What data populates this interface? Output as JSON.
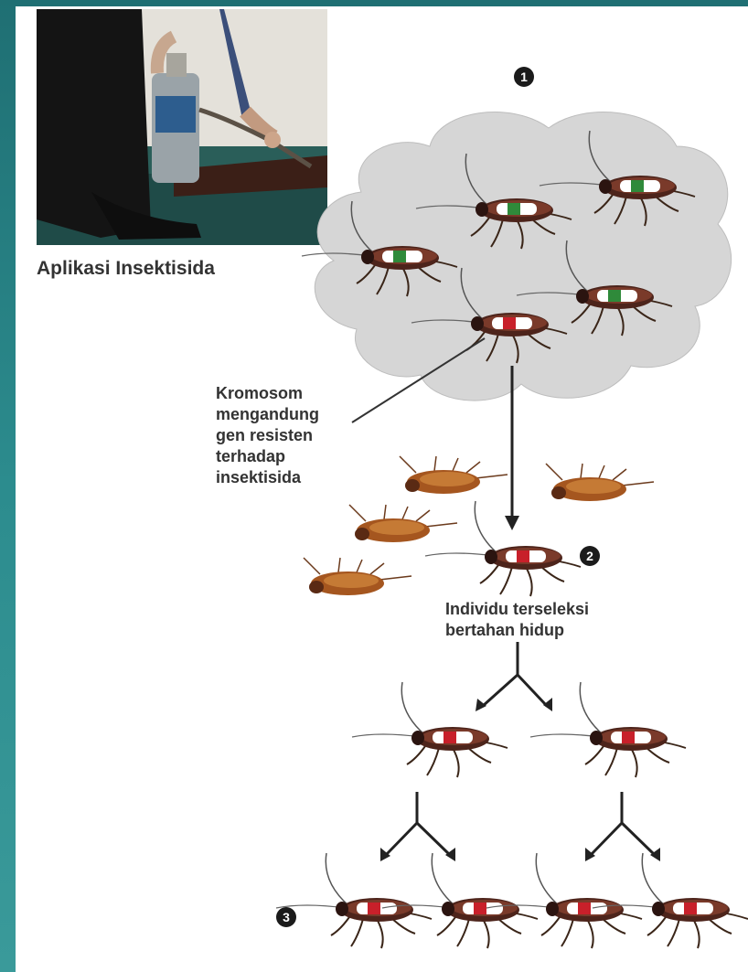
{
  "caption": "Aplikasi Insektisida",
  "steps": [
    "1",
    "2",
    "3"
  ],
  "chromosome_label": "Kromosom\nmengandung\ngen resisten\nterhadap\ninsektisida",
  "survivor_label": "Individu terseleksi\nbertahan hidup",
  "colors": {
    "background": "#2c8c8e",
    "cloud": "#d6d6d6",
    "gene_resistant": "#c8202a",
    "gene_susceptible": "#2f8a3a",
    "dead_roach": "#a5561f",
    "roach_body": "#5a2a20"
  },
  "icons": {
    "live_roach": "cockroach-icon",
    "dead_roach": "dead-cockroach-icon",
    "split_arrow": "split-arrow-icon",
    "photo": "spraying-photo"
  }
}
